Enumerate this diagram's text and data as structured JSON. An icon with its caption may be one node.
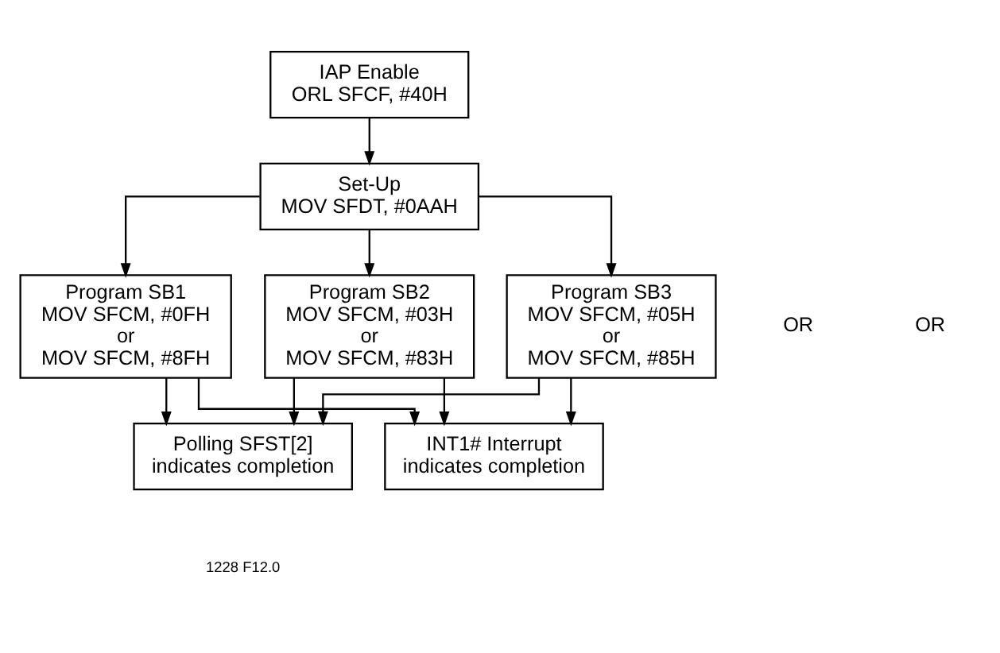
{
  "diagram": {
    "nodes": [
      {
        "text": [
          "IAP Enable",
          "ORL SFCF, #40H"
        ]
      },
      {
        "text": [
          "Set-Up",
          "MOV SFDT, #0AAH"
        ]
      },
      {
        "text": [
          "Program SB1",
          "MOV SFCM, #0FH",
          "or",
          "MOV SFCM, #8FH"
        ]
      },
      {
        "text": [
          "Program SB2",
          "MOV SFCM, #03H",
          "or",
          "MOV SFCM, #83H"
        ]
      },
      {
        "text": [
          "Program SB3",
          "MOV SFCM, #05H",
          "or",
          "MOV SFCM, #85H"
        ]
      },
      {
        "text": [
          "Polling SFST[2]",
          "indicates completion"
        ]
      },
      {
        "text": [
          "INT1# Interrupt",
          "indicates completion"
        ]
      }
    ],
    "edges": [
      {
        "from": 0,
        "to": 1,
        "arrow": "to"
      },
      {
        "from": 1,
        "to": 2,
        "arrow": "to"
      },
      {
        "from": 1,
        "to": 3,
        "arrow": "to"
      },
      {
        "from": 1,
        "to": 4,
        "arrow": "to"
      },
      {
        "from": 2,
        "to": 5,
        "arrow": "to"
      },
      {
        "from": 3,
        "to": 5,
        "arrow": "to"
      },
      {
        "from": 4,
        "to": 5,
        "arrow": "to"
      },
      {
        "from": 2,
        "to": 6,
        "arrow": "to"
      },
      {
        "from": 3,
        "to": 6,
        "arrow": "to"
      },
      {
        "from": 4,
        "to": 6,
        "arrow": "to"
      }
    ],
    "labels": [
      "OR",
      "OR",
      "1228 F12.0"
    ]
  }
}
